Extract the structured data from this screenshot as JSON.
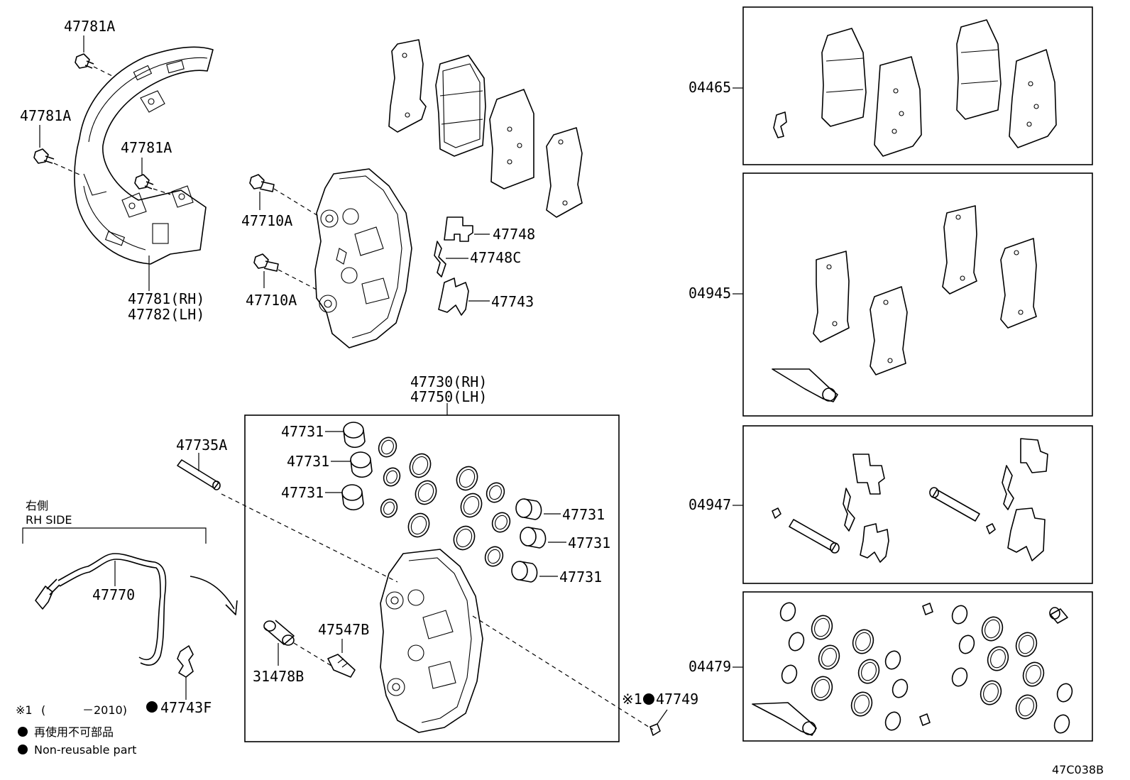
{
  "labels": {
    "p47781a_1": "47781A",
    "p47781a_2": "47781A",
    "p47781a_3": "47781A",
    "p47781rh": "47781(RH)",
    "p47782lh": "47782(LH)",
    "p47710a_1": "47710A",
    "p47710a_2": "47710A",
    "p47748": "47748",
    "p47748c": "47748C",
    "p47743": "47743",
    "p47730rh": "47730(RH)",
    "p47750lh": "47750(LH)",
    "p47735a": "47735A",
    "p47731_1": "47731",
    "p47731_2": "47731",
    "p47731_3": "47731",
    "p47731_4": "47731",
    "p47731_5": "47731",
    "p47731_6": "47731",
    "p47547b": "47547B",
    "p31478b": "31478B",
    "p47770": "47770",
    "p47743f": "47743F",
    "p47749": "47749",
    "p47749_prefix": "※1",
    "k04465": "04465",
    "k04945": "04945",
    "k04947": "04947",
    "k04479": "04479"
  },
  "side": {
    "jp": "右側",
    "en": "RH SIDE"
  },
  "notes": {
    "note1_mark": "※1",
    "note1_paren_open": "(",
    "note1_range": "－2010)",
    "non_reusable_jp": "再使用不可部品",
    "non_reusable_en": "Non-reusable part"
  },
  "figure_id": "47C038B",
  "icons": {
    "bullet": "filled-circle",
    "arrow": "curved-arrow"
  }
}
